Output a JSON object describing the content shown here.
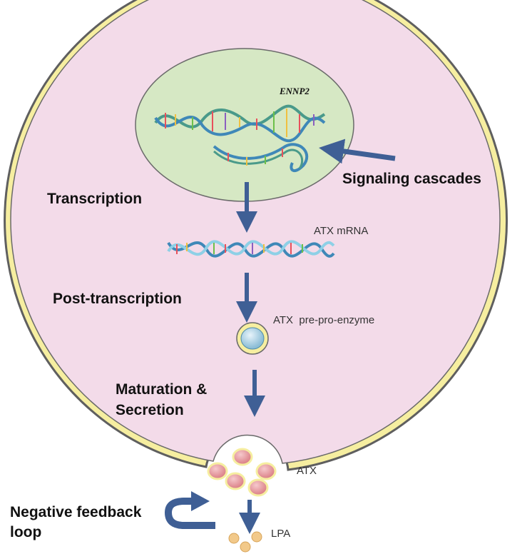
{
  "labels": {
    "gene": "ENNP2",
    "signaling": "Signaling cascades",
    "transcription": "Transcription",
    "mrna": "ATX mRNA",
    "post_transcription": "Post-transcription",
    "pre_pro_enzyme": "ATX  pre-pro-enzyme",
    "maturation_line1": "Maturation &",
    "maturation_line2": "Secretion",
    "atx": "ATX",
    "feedback_line1": "Negative feedback",
    "feedback_line2": "loop",
    "lpa": "LPA"
  },
  "colors": {
    "cytoplasm": "#f3dbe9",
    "membrane": "#f6eea0",
    "membrane_edge": "#5f5f5f",
    "nucleus": "#d6e8c4",
    "arrow": "#3f5f95",
    "atx_vesicle": "#e9a3a7",
    "lpa": "#f2c98a"
  }
}
